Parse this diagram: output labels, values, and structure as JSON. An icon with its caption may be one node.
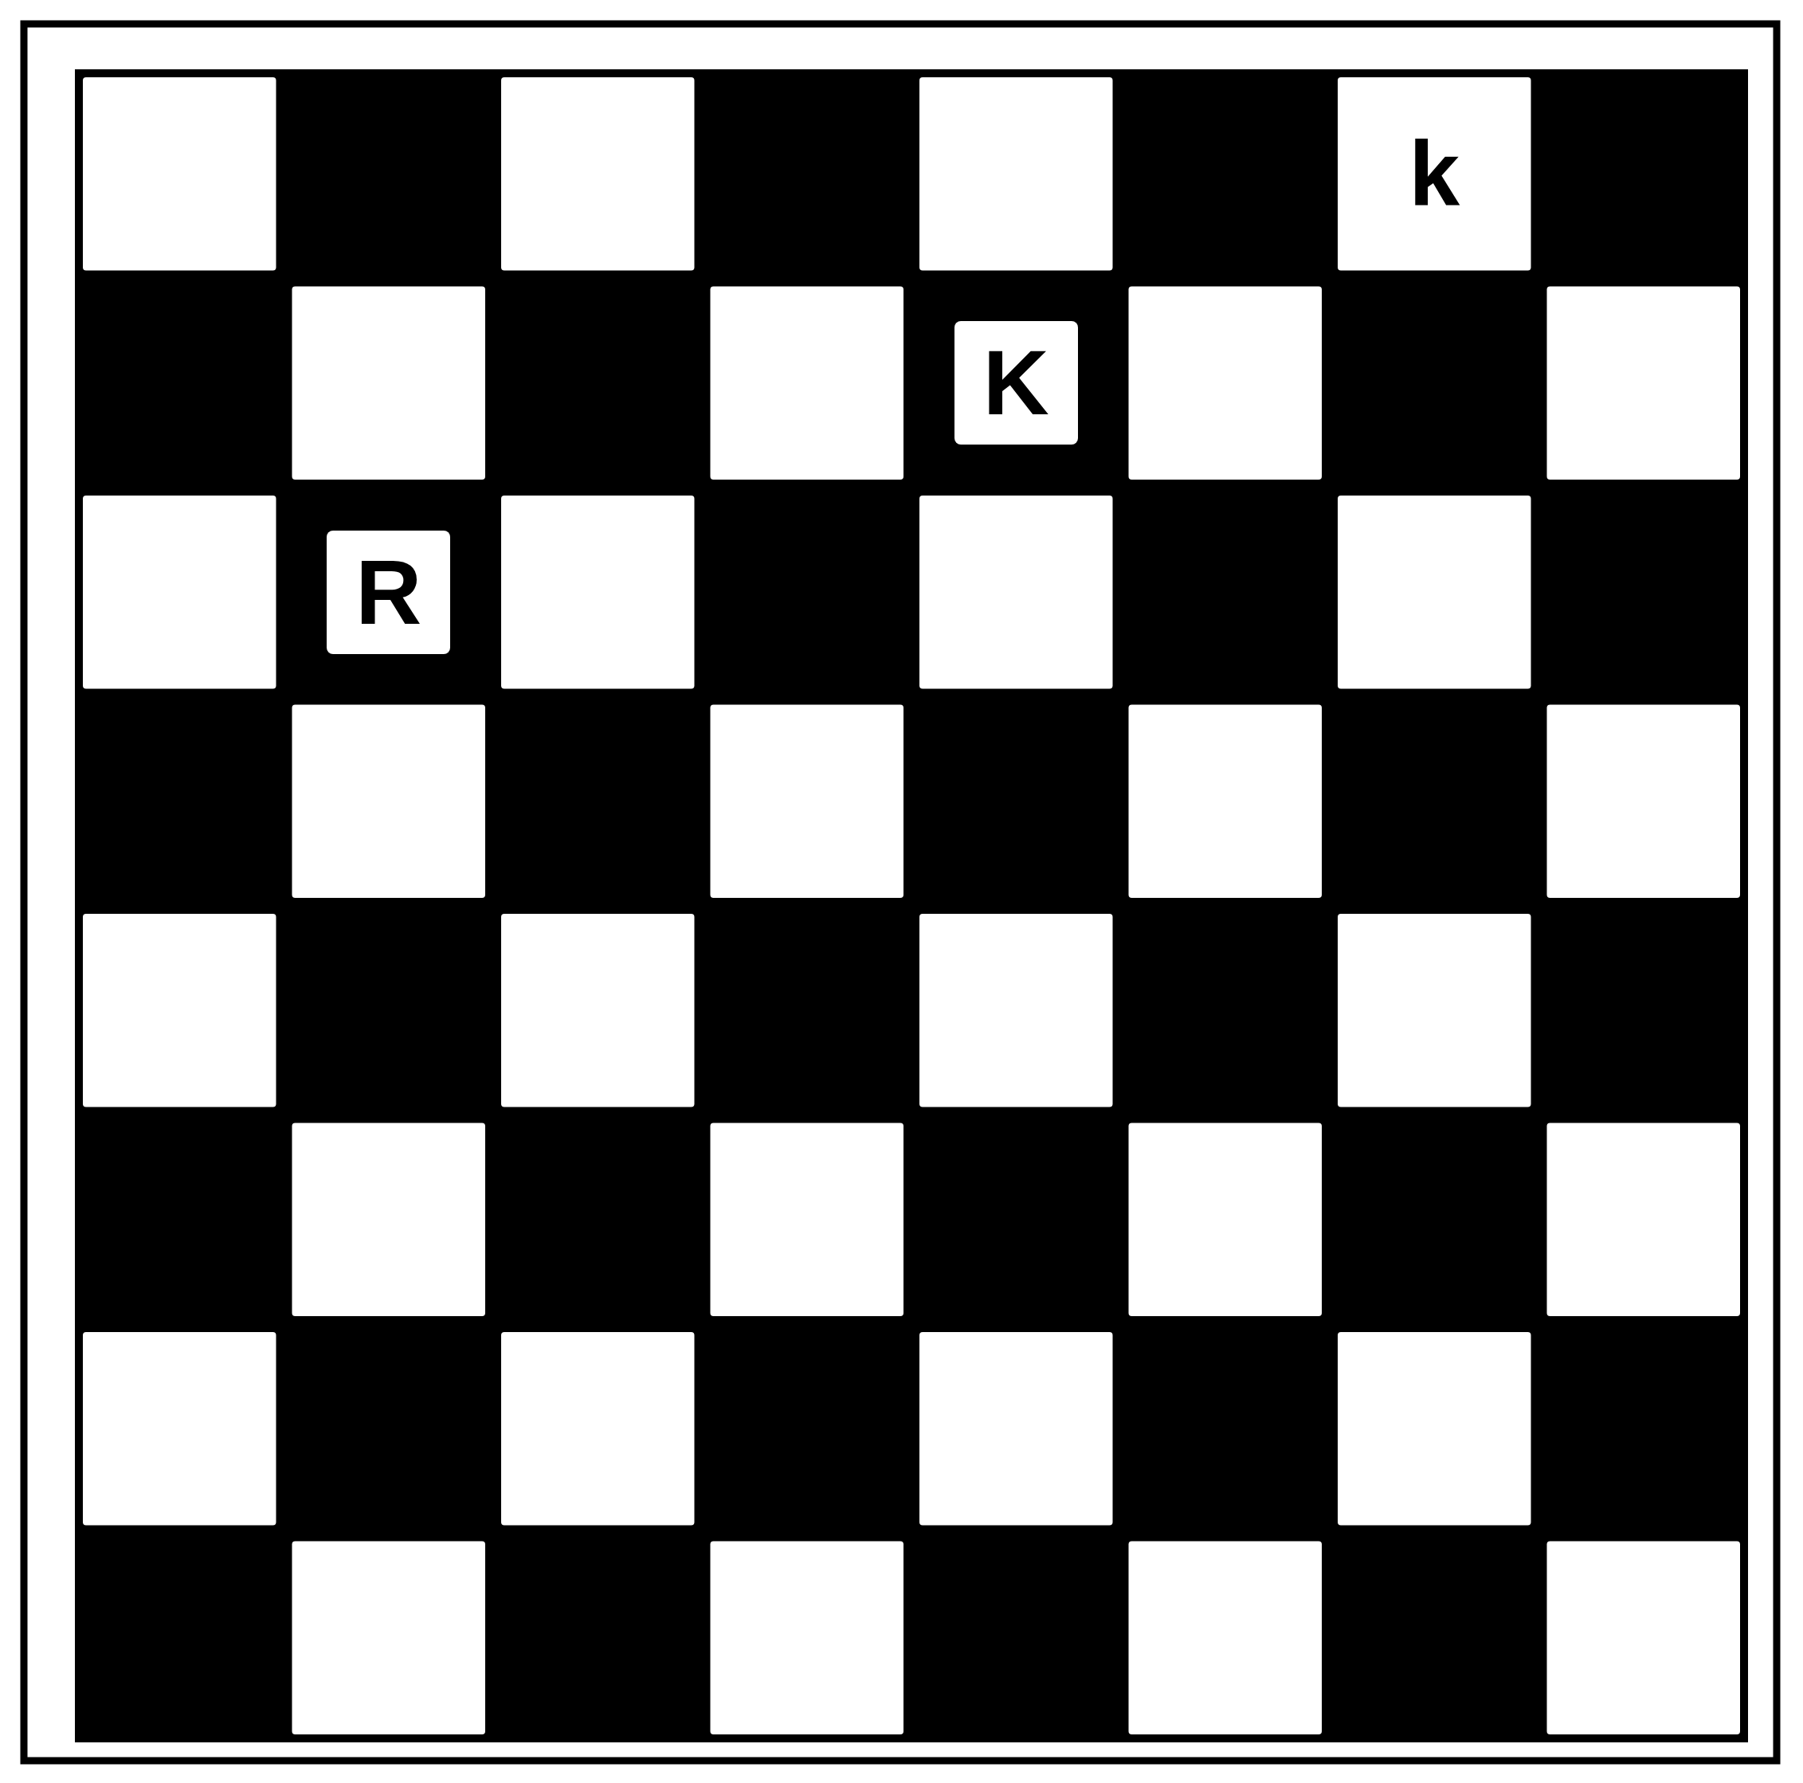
{
  "diagram": {
    "nodes": [
      {
        "text": [
          "K"
        ]
      },
      {
        "text": [
          "R"
        ]
      }
    ],
    "labels": [
      "k"
    ]
  }
}
